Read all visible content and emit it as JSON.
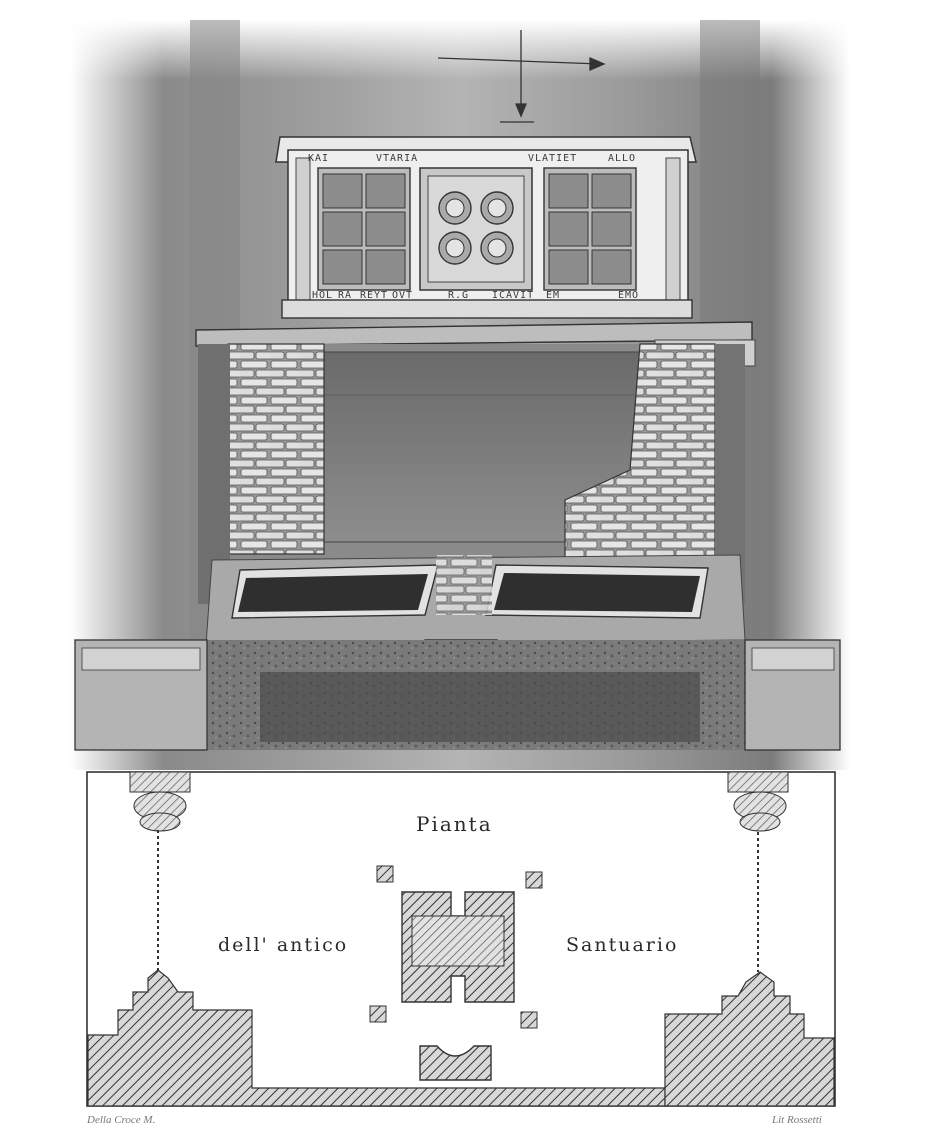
{
  "plan": {
    "title": "Pianta",
    "left_caption": "dell' antico",
    "right_caption": "Santuario"
  },
  "reliquary": {
    "inscription_top": [
      "KAI",
      "VTARIA",
      "VLATIET",
      "ALLO"
    ],
    "inscription_bottom": [
      "HOL",
      "RA",
      "REYT",
      "OVT",
      "R.G",
      "ICAVIT",
      "EM",
      "EMO"
    ]
  },
  "credits": {
    "left": "Della Croce M.",
    "right": "Lit Rossetti"
  },
  "colors": {
    "ink": "#2a2a2a",
    "wall_shadow": "#6e6e6e",
    "paper": "#ffffff"
  }
}
